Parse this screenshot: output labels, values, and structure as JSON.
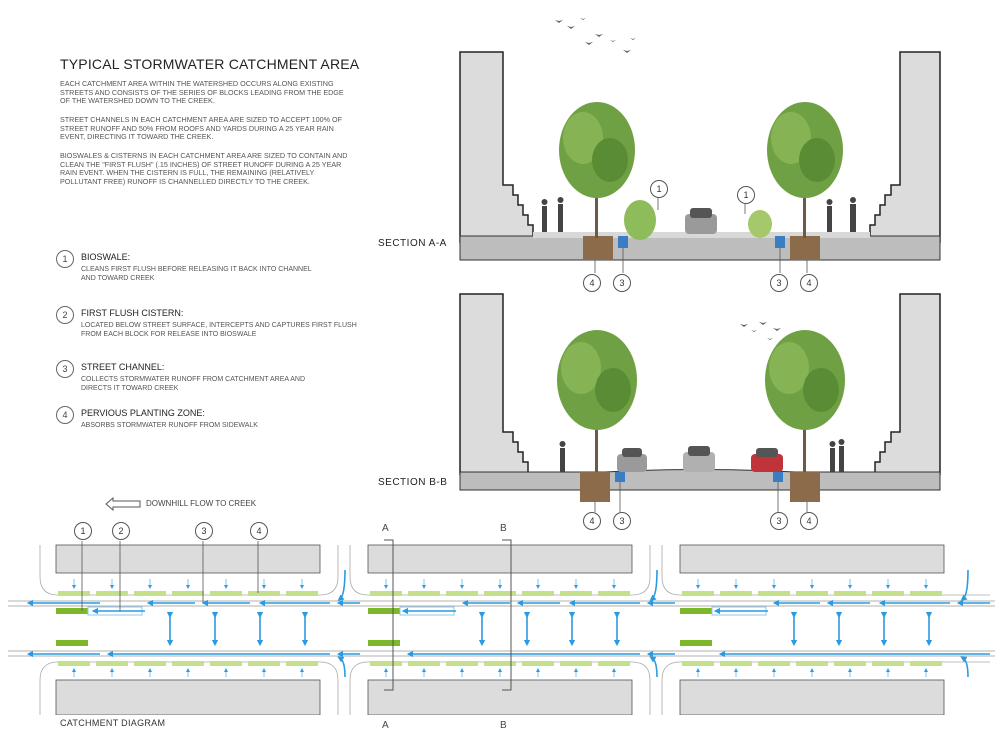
{
  "title": "TYPICAL STORMWATER CATCHMENT AREA",
  "paragraphs": [
    "EACH CATCHMENT AREA WITHIN THE WATERSHED OCCURS ALONG EXISTING STREETS AND CONSISTS OF THE SERIES OF BLOCKS LEADING FROM THE EDGE OF THE WATERSHED DOWN TO THE CREEK.",
    "STREET CHANNELS IN EACH CATCHMENT AREA ARE SIZED TO ACCEPT 100% OF STREET RUNOFF AND 50% FROM ROOFS AND YARDS DURING A 25 YEAR RAIN EVENT, DIRECTING IT TOWARD THE CREEK.",
    "BIOSWALES & CISTERNS IN EACH CATCHMENT AREA ARE SIZED TO CONTAIN AND CLEAN THE \"FIRST FLUSH\" (.15 INCHES) OF STREET RUNOFF DURING A 25 YEAR RAIN EVENT. WHEN THE CISTERN IS FULL, THE REMAINING (RELATIVELY POLLUTANT FREE) RUNOFF IS CHANNELLED DIRECTLY TO THE CREEK."
  ],
  "legend": [
    {
      "num": "1",
      "title": "BIOSWALE:",
      "desc": "CLEANS FIRST FLUSH BEFORE RELEASING IT BACK INTO CHANNEL AND TOWARD CREEK"
    },
    {
      "num": "2",
      "title": "FIRST FLUSH CISTERN:",
      "desc": "LOCATED BELOW STREET SURFACE, INTERCEPTS AND CAPTURES FIRST FLUSH FROM EACH BLOCK FOR RELEASE INTO BIOSWALE"
    },
    {
      "num": "3",
      "title": "STREET CHANNEL:",
      "desc": "COLLECTS STORMWATER RUNOFF FROM CATCHMENT AREA AND DIRECTS IT TOWARD CREEK"
    },
    {
      "num": "4",
      "title": "PERVIOUS PLANTING ZONE:",
      "desc": "ABSORBS STORMWATER RUNOFF FROM SIDEWALK"
    }
  ],
  "sections": {
    "a": "SECTION A-A",
    "b": "SECTION B-B"
  },
  "callouts": {
    "one": "1",
    "two": "2",
    "three": "3",
    "four": "4"
  },
  "plan": {
    "flow_label": "DOWNHILL FLOW TO CREEK",
    "caption": "CATCHMENT DIAGRAM",
    "cut_a": "A",
    "cut_b": "B"
  },
  "colors": {
    "water": "#2a9be0",
    "planting": "#c5e08a",
    "bioswale": "#7cb82a",
    "building": "#dcdcdc",
    "road": "#bdbdbd"
  }
}
